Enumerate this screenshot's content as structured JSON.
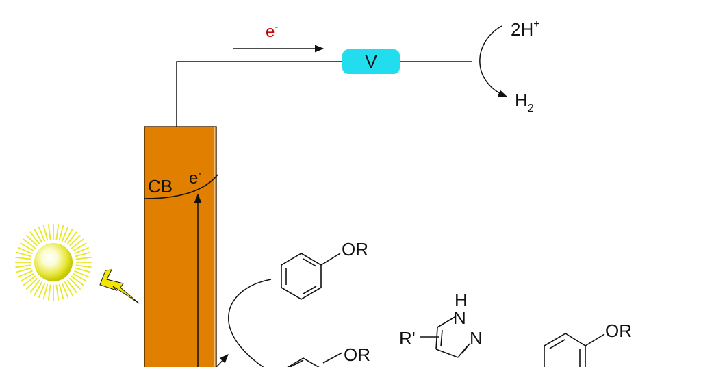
{
  "top": {
    "electron_label": "e",
    "electron_sup": "-",
    "device_label": "V",
    "proton_label": "2H",
    "proton_sup": "+",
    "hydrogen_label": "H",
    "hydrogen_sub": "2"
  },
  "band": {
    "cb_label": "CB",
    "electron_label": "e",
    "electron_sup": "-"
  },
  "molecules": {
    "phenol_ether_1": "OR",
    "phenol_ether_2": "OR",
    "pyrazole_substituent": "R'",
    "pyrazole_h": "H",
    "pyrazole_n1": "N",
    "pyrazole_n2": "N",
    "product_or": "OR"
  },
  "colors": {
    "semiconductor": "#e07f00",
    "device": "#22ddee",
    "electron_red": "#cc0000",
    "sun_yellow": "#e8e820",
    "bolt_yellow": "#f2e600",
    "line": "#111111"
  },
  "icons": {
    "sun": "sun-icon",
    "lightning": "lightning-bolt-icon"
  }
}
